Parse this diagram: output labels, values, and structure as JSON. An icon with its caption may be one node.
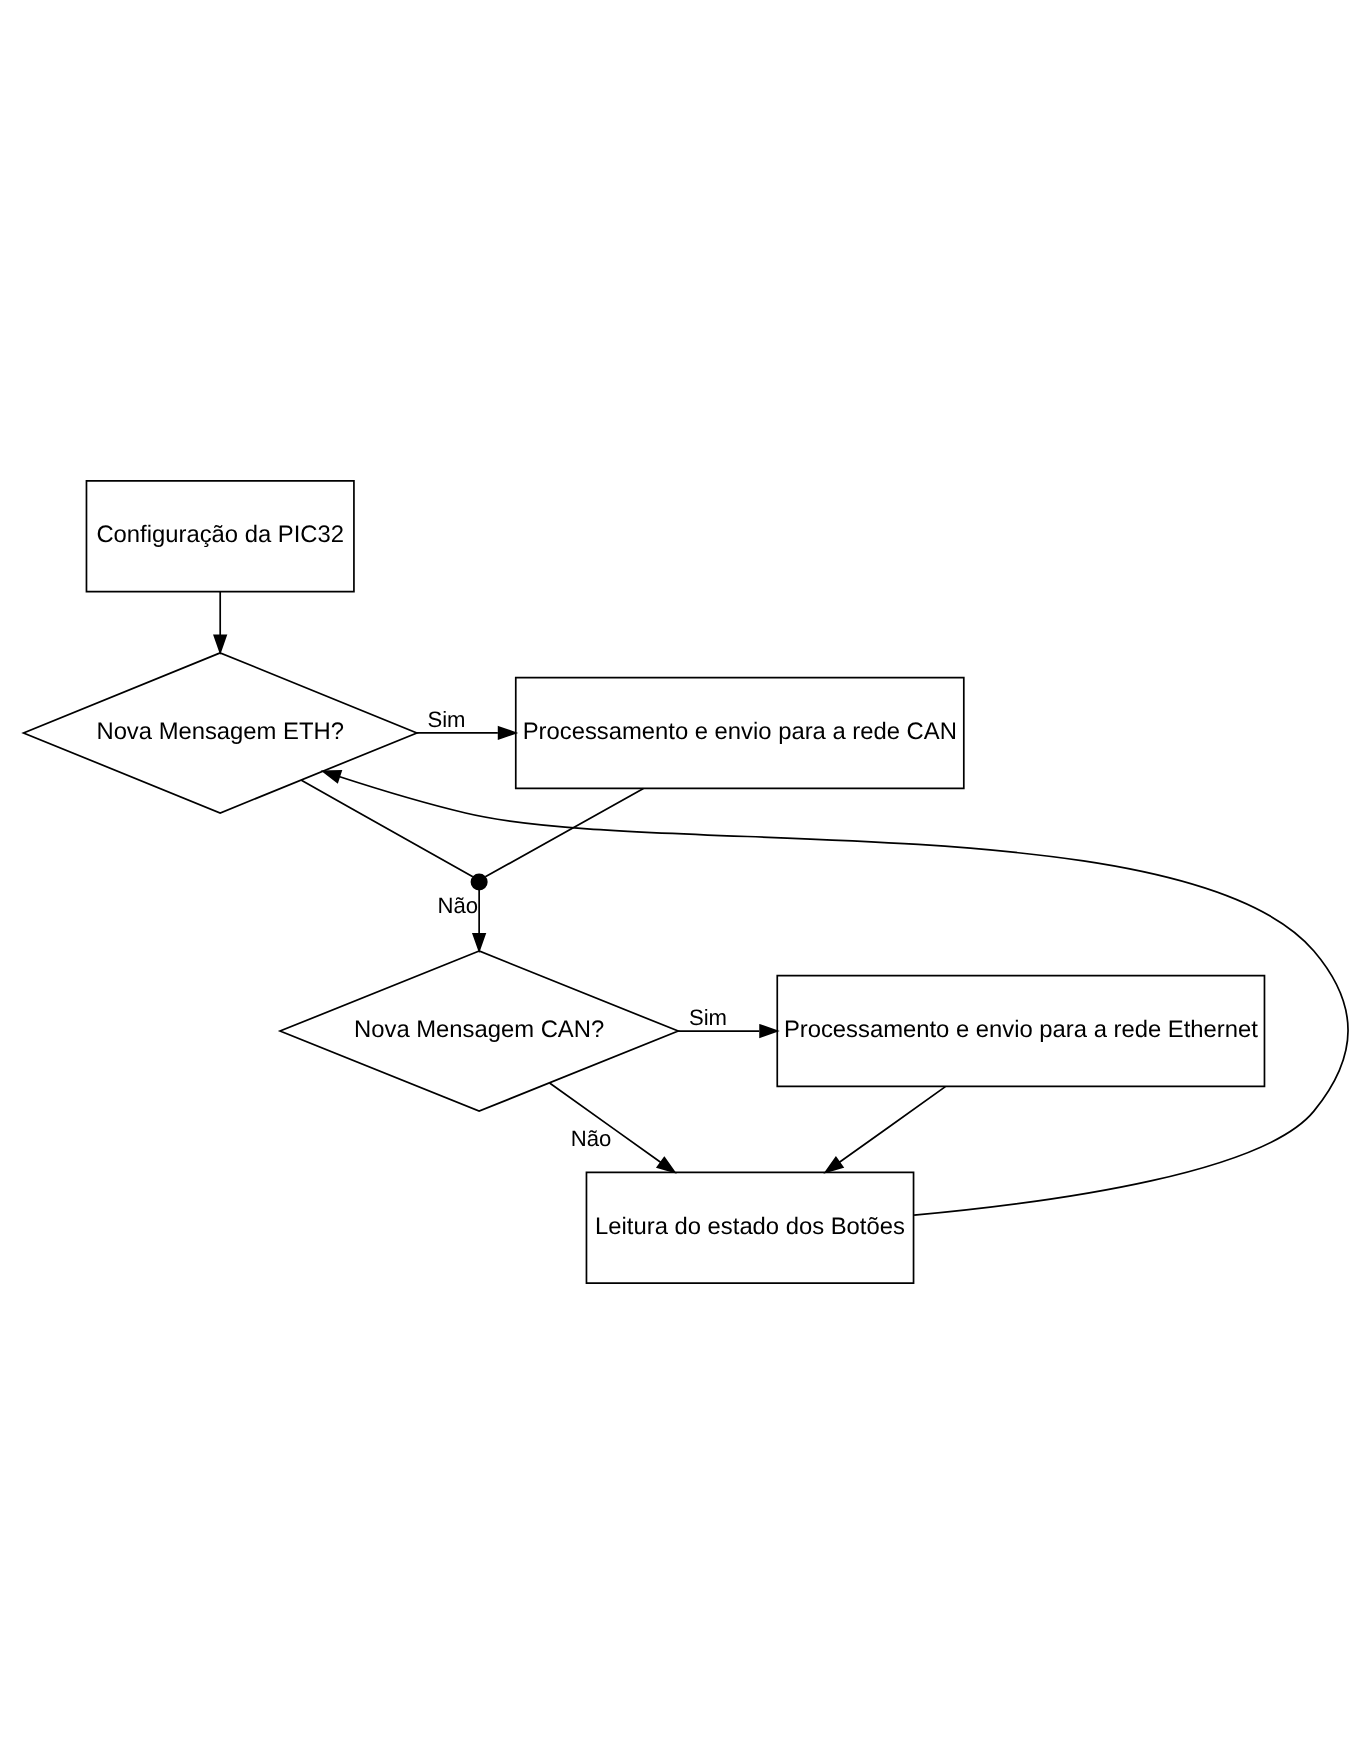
{
  "diagram": {
    "nodes": [
      {
        "text": [
          "Configuração da PIC32"
        ]
      },
      {
        "text": [
          "Nova Mensagem ETH?"
        ]
      },
      {
        "text": [
          "Processamento e envio para a rede CAN"
        ]
      },
      {
        "text": [],
        "shape": "circle"
      },
      {
        "text": [
          "Nova Mensagem CAN?"
        ]
      },
      {
        "text": [
          "Processamento e envio para a rede Ethernet"
        ]
      },
      {
        "text": [
          "Leitura do estado dos Botões"
        ]
      }
    ],
    "edges": [
      {
        "from": 0,
        "to": 1,
        "arrow": "to"
      },
      {
        "from": 1,
        "to": 2,
        "arrow": "to",
        "label": "Sim"
      },
      {
        "from": 1,
        "to": 3,
        "arrow": "none"
      },
      {
        "from": 2,
        "to": 3,
        "arrow": "none"
      },
      {
        "from": 3,
        "to": 4,
        "arrow": "to",
        "label": "Não"
      },
      {
        "from": 4,
        "to": 5,
        "arrow": "to",
        "label": "Sim"
      },
      {
        "from": 4,
        "to": 6,
        "arrow": "to",
        "label": "Não"
      },
      {
        "from": 5,
        "to": 6,
        "arrow": "to"
      },
      {
        "from": 6,
        "to": 1,
        "arrow": "to"
      }
    ]
  }
}
